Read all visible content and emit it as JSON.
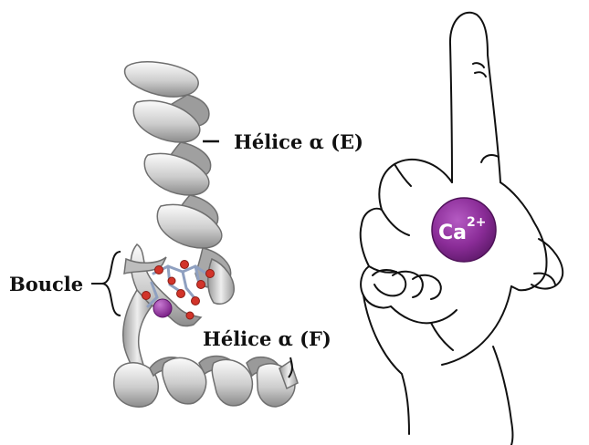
{
  "labels": {
    "helix_e": "Hélice α (E)",
    "helix_f": "Hélice α (F)",
    "loop": "Boucle"
  },
  "ion": {
    "symbol": "Ca",
    "charge": "2+"
  },
  "colors": {
    "ribbon_light": "#f2f2f2",
    "ribbon_mid": "#c4c4c4",
    "ribbon_dark": "#7e7e7e",
    "calcium": "#8a2c97",
    "oxygen": "#d2342a",
    "backbone": "#8fa0c0"
  }
}
